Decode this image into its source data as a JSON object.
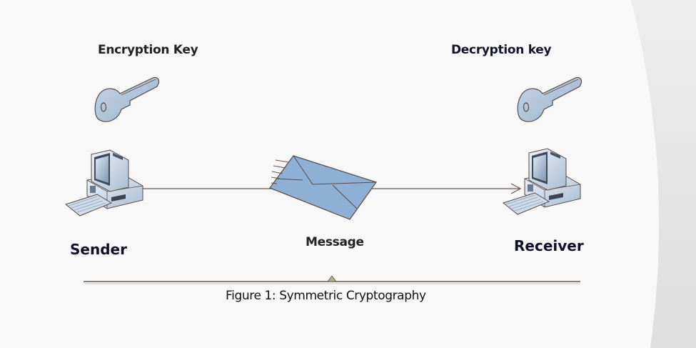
{
  "figure": {
    "caption": "Figure 1: Symmetric Cryptography",
    "encryption_key_label": "Encryption Key",
    "decryption_key_label": "Decryption key",
    "sender_label": "Sender",
    "receiver_label": "Receiver",
    "message_label": "Message"
  },
  "icons": {
    "encryption_key": "key-icon",
    "decryption_key": "key-icon",
    "sender": "computer-icon",
    "receiver": "computer-icon",
    "message": "envelope-icon"
  },
  "colors": {
    "background": "#f8f8f8",
    "side_panel": "#e4e4e4",
    "icon_fill": "#a9c0d8",
    "envelope_fill": "#8eb0d4",
    "line": "#6b524a",
    "text": "#111111"
  }
}
